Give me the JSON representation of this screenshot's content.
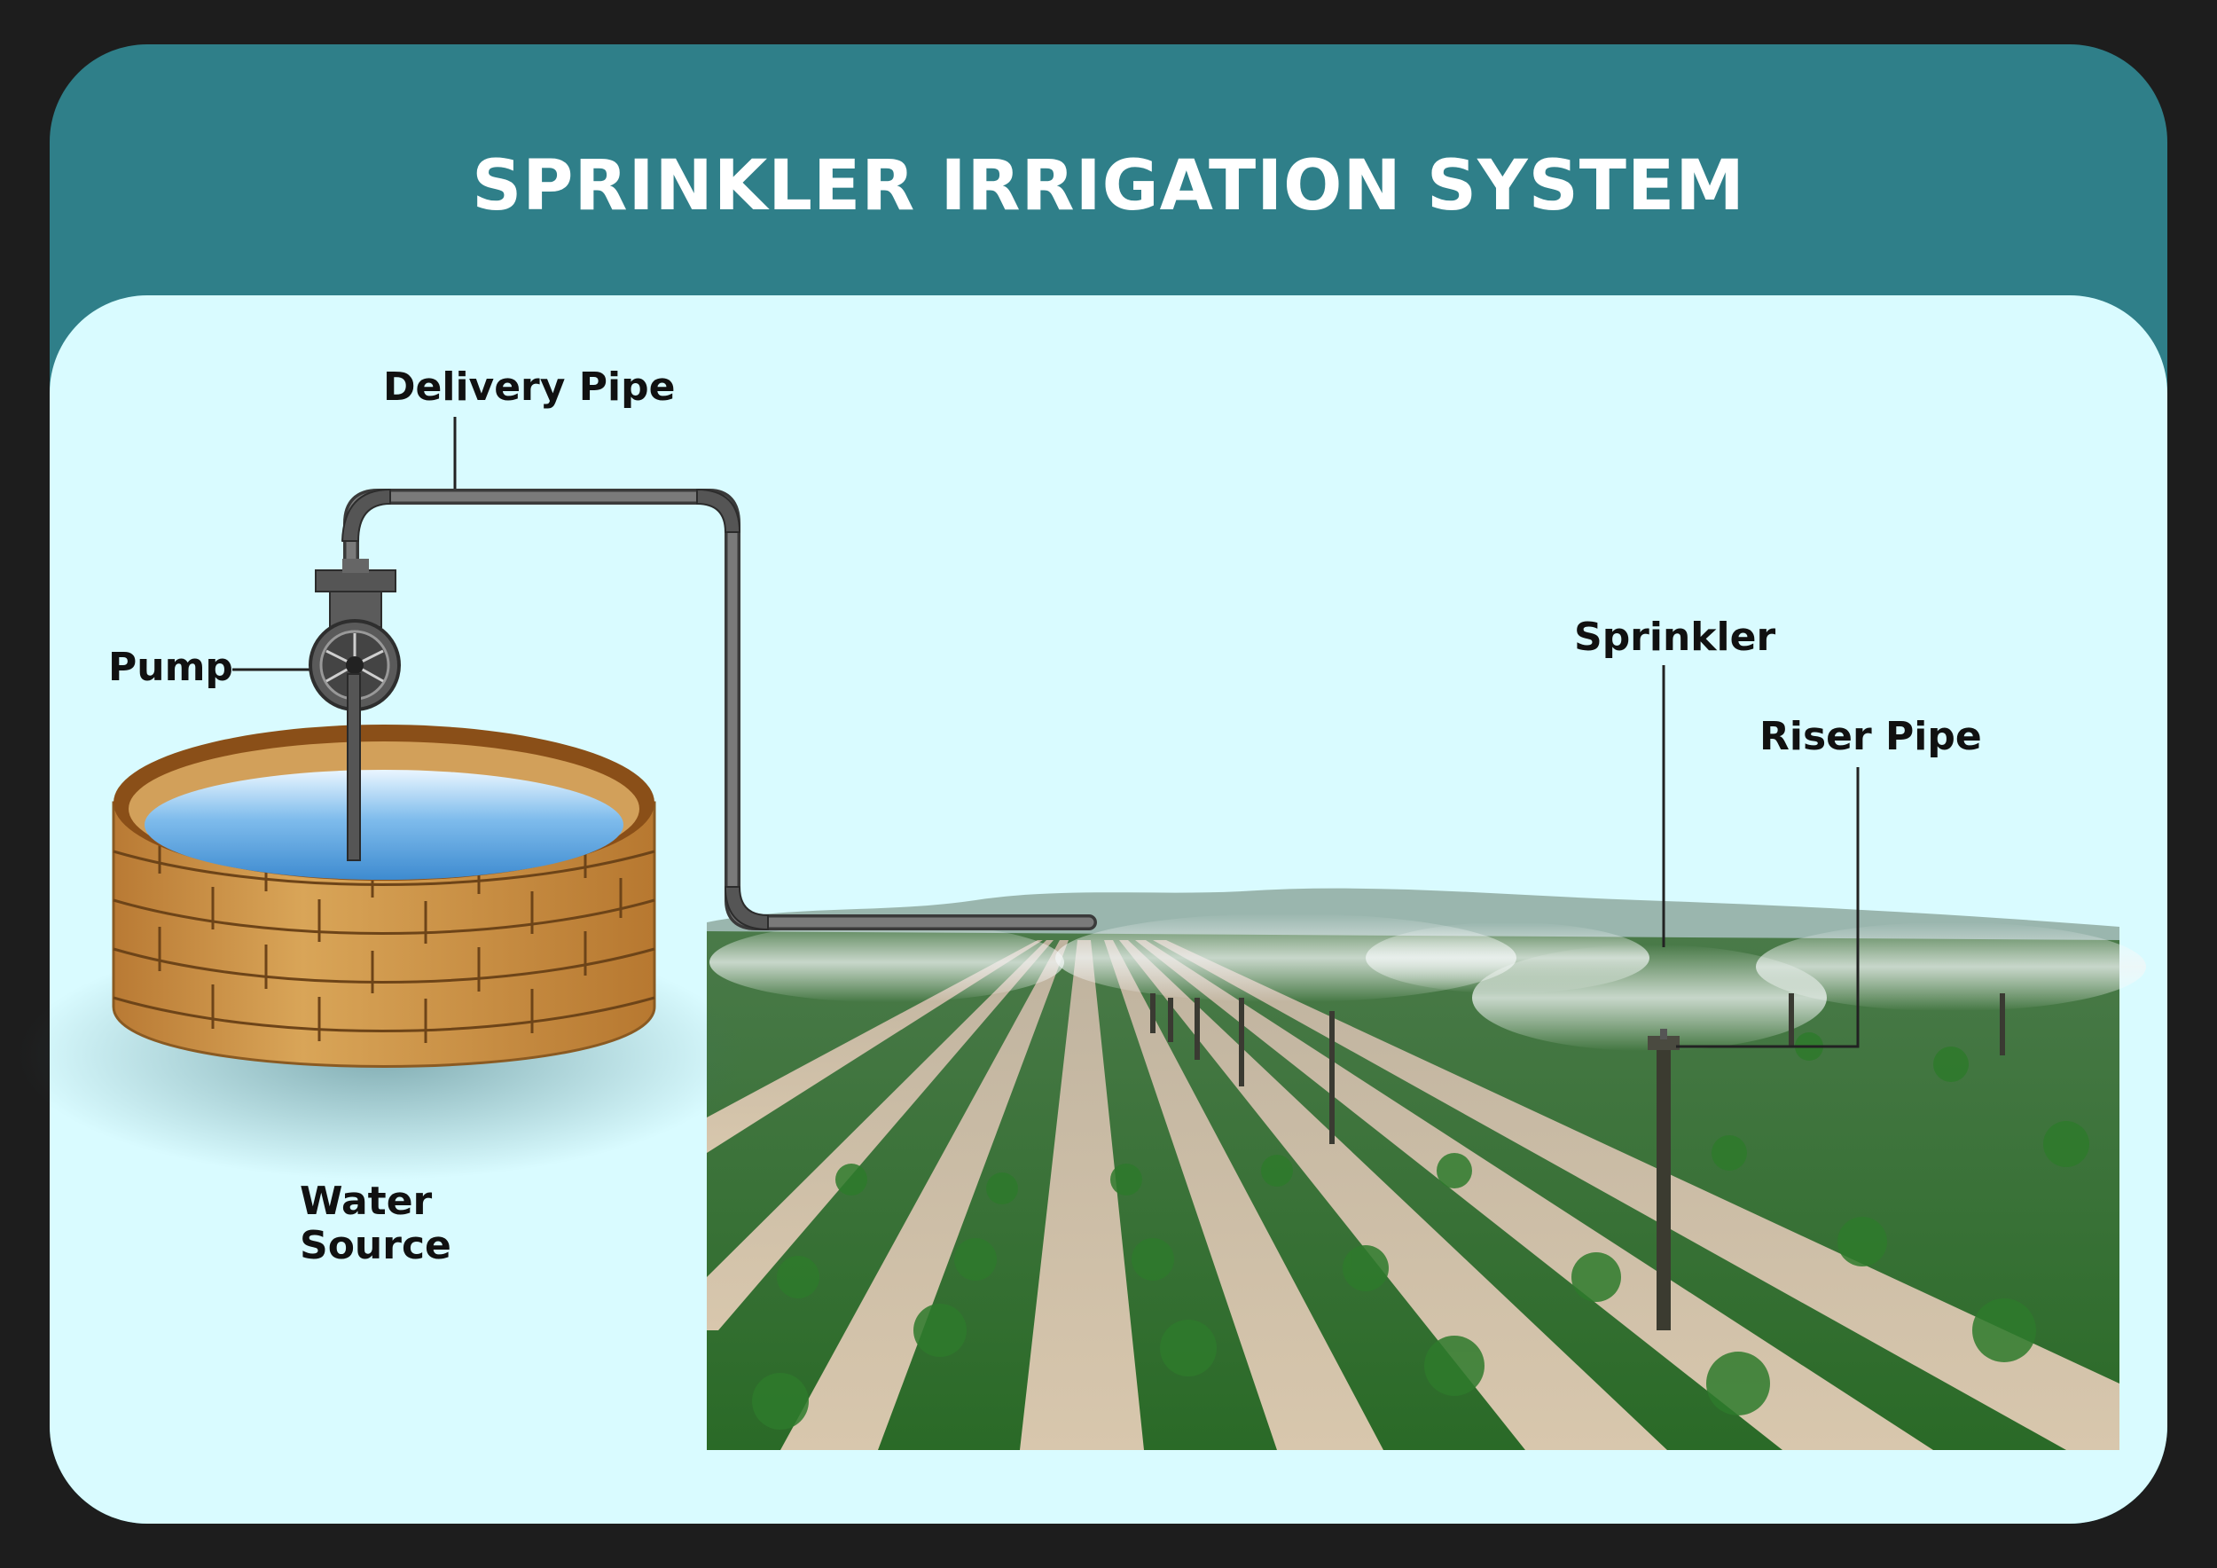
{
  "title": "SPRINKLER IRRIGATION SYSTEM",
  "labels": {
    "delivery_pipe": "Delivery Pipe",
    "pump": "Pump",
    "water_source_line1": "Water",
    "water_source_line2": "Source",
    "sprinkler": "Sprinkler",
    "riser_pipe": "Riser Pipe"
  },
  "colors": {
    "header_teal": "#2f7f89",
    "panel_light": "#d9fbff",
    "frame_dark": "#1d1d1d",
    "pipe_gray": "#6a6a6a",
    "brick": "#c98f42",
    "water_blue": "#5aa6e0",
    "crop_green": "#2f6e2a",
    "soil": "#c9b9a3"
  },
  "icons": [
    "well-icon",
    "pump-icon",
    "sprinkler-icon"
  ]
}
